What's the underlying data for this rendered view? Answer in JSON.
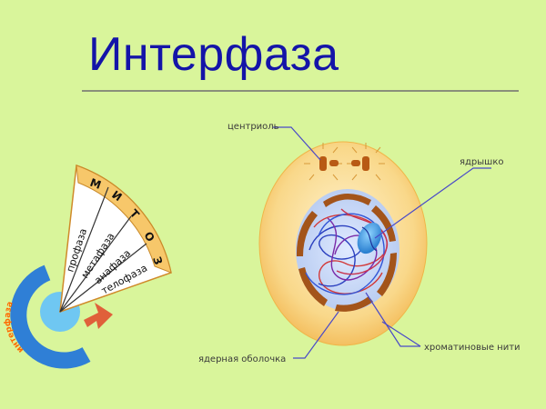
{
  "title": "Интерфаза",
  "cycle": {
    "mitosis_letters": [
      "М",
      "И",
      "Т",
      "О",
      "З"
    ],
    "phases": [
      "профаза",
      "метафаза",
      "анафаза",
      "телофаза"
    ],
    "interphase_arc_label": "интерфаза"
  },
  "cell": {
    "labels": {
      "centriole": "центриоль",
      "nucleolus": "ядрышко",
      "nuclear_envelope": "ядерная оболочка",
      "chromatin": "хроматиновые нити"
    }
  },
  "colors": {
    "background": "#d9f59b",
    "title": "#1414a8",
    "cytoplasm": "#f7c76a",
    "nucleus": "#c9d9f5",
    "envelope": "#a3541a",
    "sector_fill": "#ffffff",
    "mitosis_band": "#f7c76a",
    "arrow_blue": "#3a8fe0",
    "arrow_red": "#e05a3a"
  }
}
